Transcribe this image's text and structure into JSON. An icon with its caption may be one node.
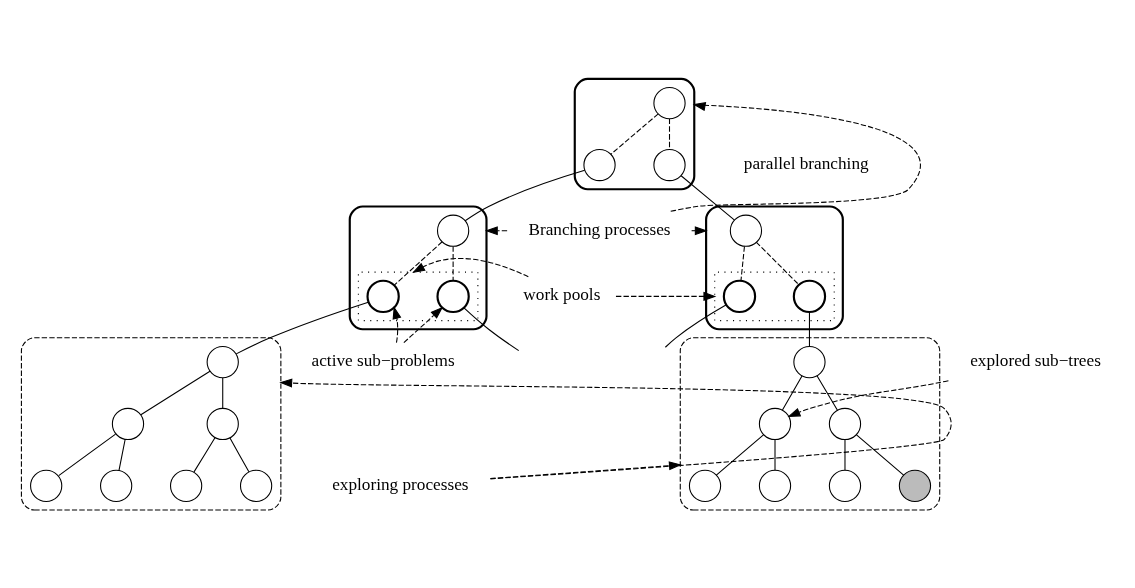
{
  "diagram": {
    "nodes": [
      {
        "text": [],
        "shape": "box"
      },
      {
        "text": [],
        "shape": "circle",
        "in": 0
      },
      {
        "text": [],
        "shape": "circle",
        "in": 0
      },
      {
        "text": [],
        "shape": "circle",
        "in": 0
      },
      {
        "text": [],
        "shape": "box"
      },
      {
        "text": [],
        "shape": "circle",
        "in": 4
      },
      {
        "text": [],
        "shape": "box",
        "in": 4
      },
      {
        "text": [],
        "shape": "circle",
        "in": 6
      },
      {
        "text": [],
        "shape": "circle",
        "in": 6
      },
      {
        "text": [],
        "shape": "box"
      },
      {
        "text": [],
        "shape": "circle",
        "in": 9
      },
      {
        "text": [],
        "shape": "box",
        "in": 9
      },
      {
        "text": [],
        "shape": "circle",
        "in": 11
      },
      {
        "text": [],
        "shape": "circle",
        "in": 11
      },
      {
        "text": [],
        "shape": "box"
      },
      {
        "text": [],
        "shape": "circle",
        "in": 14
      },
      {
        "text": [],
        "shape": "circle",
        "in": 14
      },
      {
        "text": [],
        "shape": "circle",
        "in": 14
      },
      {
        "text": [],
        "shape": "circle",
        "in": 14
      },
      {
        "text": [],
        "shape": "circle",
        "in": 14
      },
      {
        "text": [],
        "shape": "circle",
        "in": 14
      },
      {
        "text": [],
        "shape": "circle",
        "in": 14
      },
      {
        "text": [],
        "shape": "box"
      },
      {
        "text": [],
        "shape": "circle",
        "in": 22
      },
      {
        "text": [],
        "shape": "circle",
        "in": 22
      },
      {
        "text": [],
        "shape": "circle",
        "in": 22
      },
      {
        "text": [],
        "shape": "circle",
        "in": 22
      },
      {
        "text": [],
        "shape": "circle",
        "in": 22
      },
      {
        "text": [],
        "shape": "circle",
        "in": 22
      },
      {
        "text": [],
        "shape": "circle",
        "in": 22
      },
      {
        "text": [
          "Branching processes"
        ]
      },
      {
        "text": [
          "work pools"
        ]
      },
      {
        "text": [
          "active sub−problems"
        ]
      },
      {
        "text": [
          "explored sub−trees"
        ]
      },
      {
        "text": [
          "exploring processes"
        ]
      }
    ],
    "edges": [
      {
        "from": 1,
        "to": 2,
        "arrow": "none",
        "style": "dashed"
      },
      {
        "from": 1,
        "to": 3,
        "arrow": "none",
        "style": "dashed"
      },
      {
        "from": 2,
        "to": 5,
        "arrow": "none"
      },
      {
        "from": 3,
        "to": 10,
        "arrow": "none"
      },
      {
        "from": 5,
        "to": 7,
        "arrow": "none",
        "style": "dashed"
      },
      {
        "from": 5,
        "to": 8,
        "arrow": "none",
        "style": "dashed"
      },
      {
        "from": 10,
        "to": 12,
        "arrow": "none",
        "style": "dashed"
      },
      {
        "from": 10,
        "to": 13,
        "arrow": "none",
        "style": "dashed"
      },
      {
        "from": 7,
        "to": 15,
        "arrow": "none"
      },
      {
        "from": 8,
        "to": null,
        "arrow": "none"
      },
      {
        "from": 12,
        "to": null,
        "arrow": "none"
      },
      {
        "from": 13,
        "to": 23,
        "arrow": "none"
      },
      {
        "from": 15,
        "to": 16,
        "arrow": "none"
      },
      {
        "from": 15,
        "to": 17,
        "arrow": "none"
      },
      {
        "from": 16,
        "to": 18,
        "arrow": "none"
      },
      {
        "from": 16,
        "to": 19,
        "arrow": "none"
      },
      {
        "from": 17,
        "to": 20,
        "arrow": "none"
      },
      {
        "from": 17,
        "to": 21,
        "arrow": "none"
      },
      {
        "from": 23,
        "to": 24,
        "arrow": "none"
      },
      {
        "from": 23,
        "to": 25,
        "arrow": "none"
      },
      {
        "from": 24,
        "to": 26,
        "arrow": "none"
      },
      {
        "from": 24,
        "to": 27,
        "arrow": "none"
      },
      {
        "from": 25,
        "to": 28,
        "arrow": "none"
      },
      {
        "from": 25,
        "to": 29,
        "arrow": "none"
      },
      {
        "from": 30,
        "to": 0,
        "arrow": "to",
        "style": "dashed"
      },
      {
        "from": 30,
        "to": 4,
        "arrow": "to",
        "style": "dashed"
      },
      {
        "from": 30,
        "to": 9,
        "arrow": "to",
        "style": "dashed"
      },
      {
        "from": 31,
        "to": 6,
        "arrow": "to",
        "style": "dashed"
      },
      {
        "from": 31,
        "to": 11,
        "arrow": "to",
        "style": "dashed"
      },
      {
        "from": 32,
        "to": 7,
        "arrow": "to",
        "style": "dashed"
      },
      {
        "from": 32,
        "to": 8,
        "arrow": "to",
        "style": "dashed"
      },
      {
        "from": 33,
        "to": 24,
        "arrow": "to",
        "style": "dashed"
      },
      {
        "from": 34,
        "to": 14,
        "arrow": "to",
        "style": "dashed"
      },
      {
        "from": 34,
        "to": 22,
        "arrow": "to",
        "style": "dashed"
      }
    ],
    "labels": [
      "parallel branching"
    ]
  }
}
